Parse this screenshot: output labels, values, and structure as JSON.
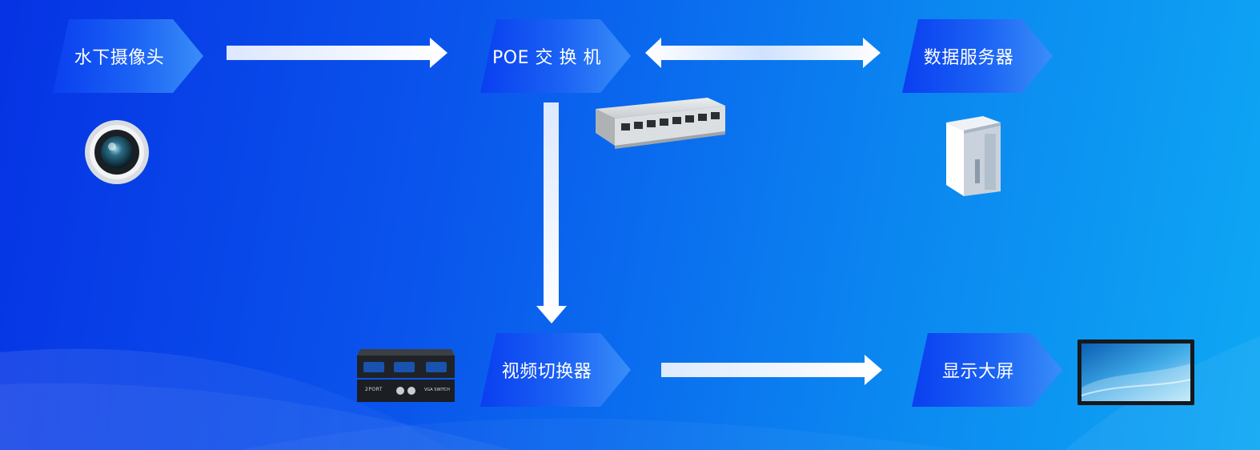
{
  "nodes": {
    "camera": {
      "label": "水下摄像头",
      "icon": "underwater-camera"
    },
    "poe_switch": {
      "label": "POE 交 换 机",
      "icon": "network-switch"
    },
    "data_server": {
      "label": "数据服务器",
      "icon": "server-tower"
    },
    "video_switcher": {
      "label": "视频切换器",
      "icon": "vga-switch"
    },
    "display": {
      "label": "显示大屏",
      "icon": "monitor-screen"
    }
  },
  "device_text": {
    "vga_port": "2PORT",
    "vga_switch": "VGA SWITCH"
  },
  "colors": {
    "background_start": "#0633e4",
    "background_end": "#0ea8f4",
    "node_fill": "#1b63f4",
    "arrow": "#ffffff"
  }
}
